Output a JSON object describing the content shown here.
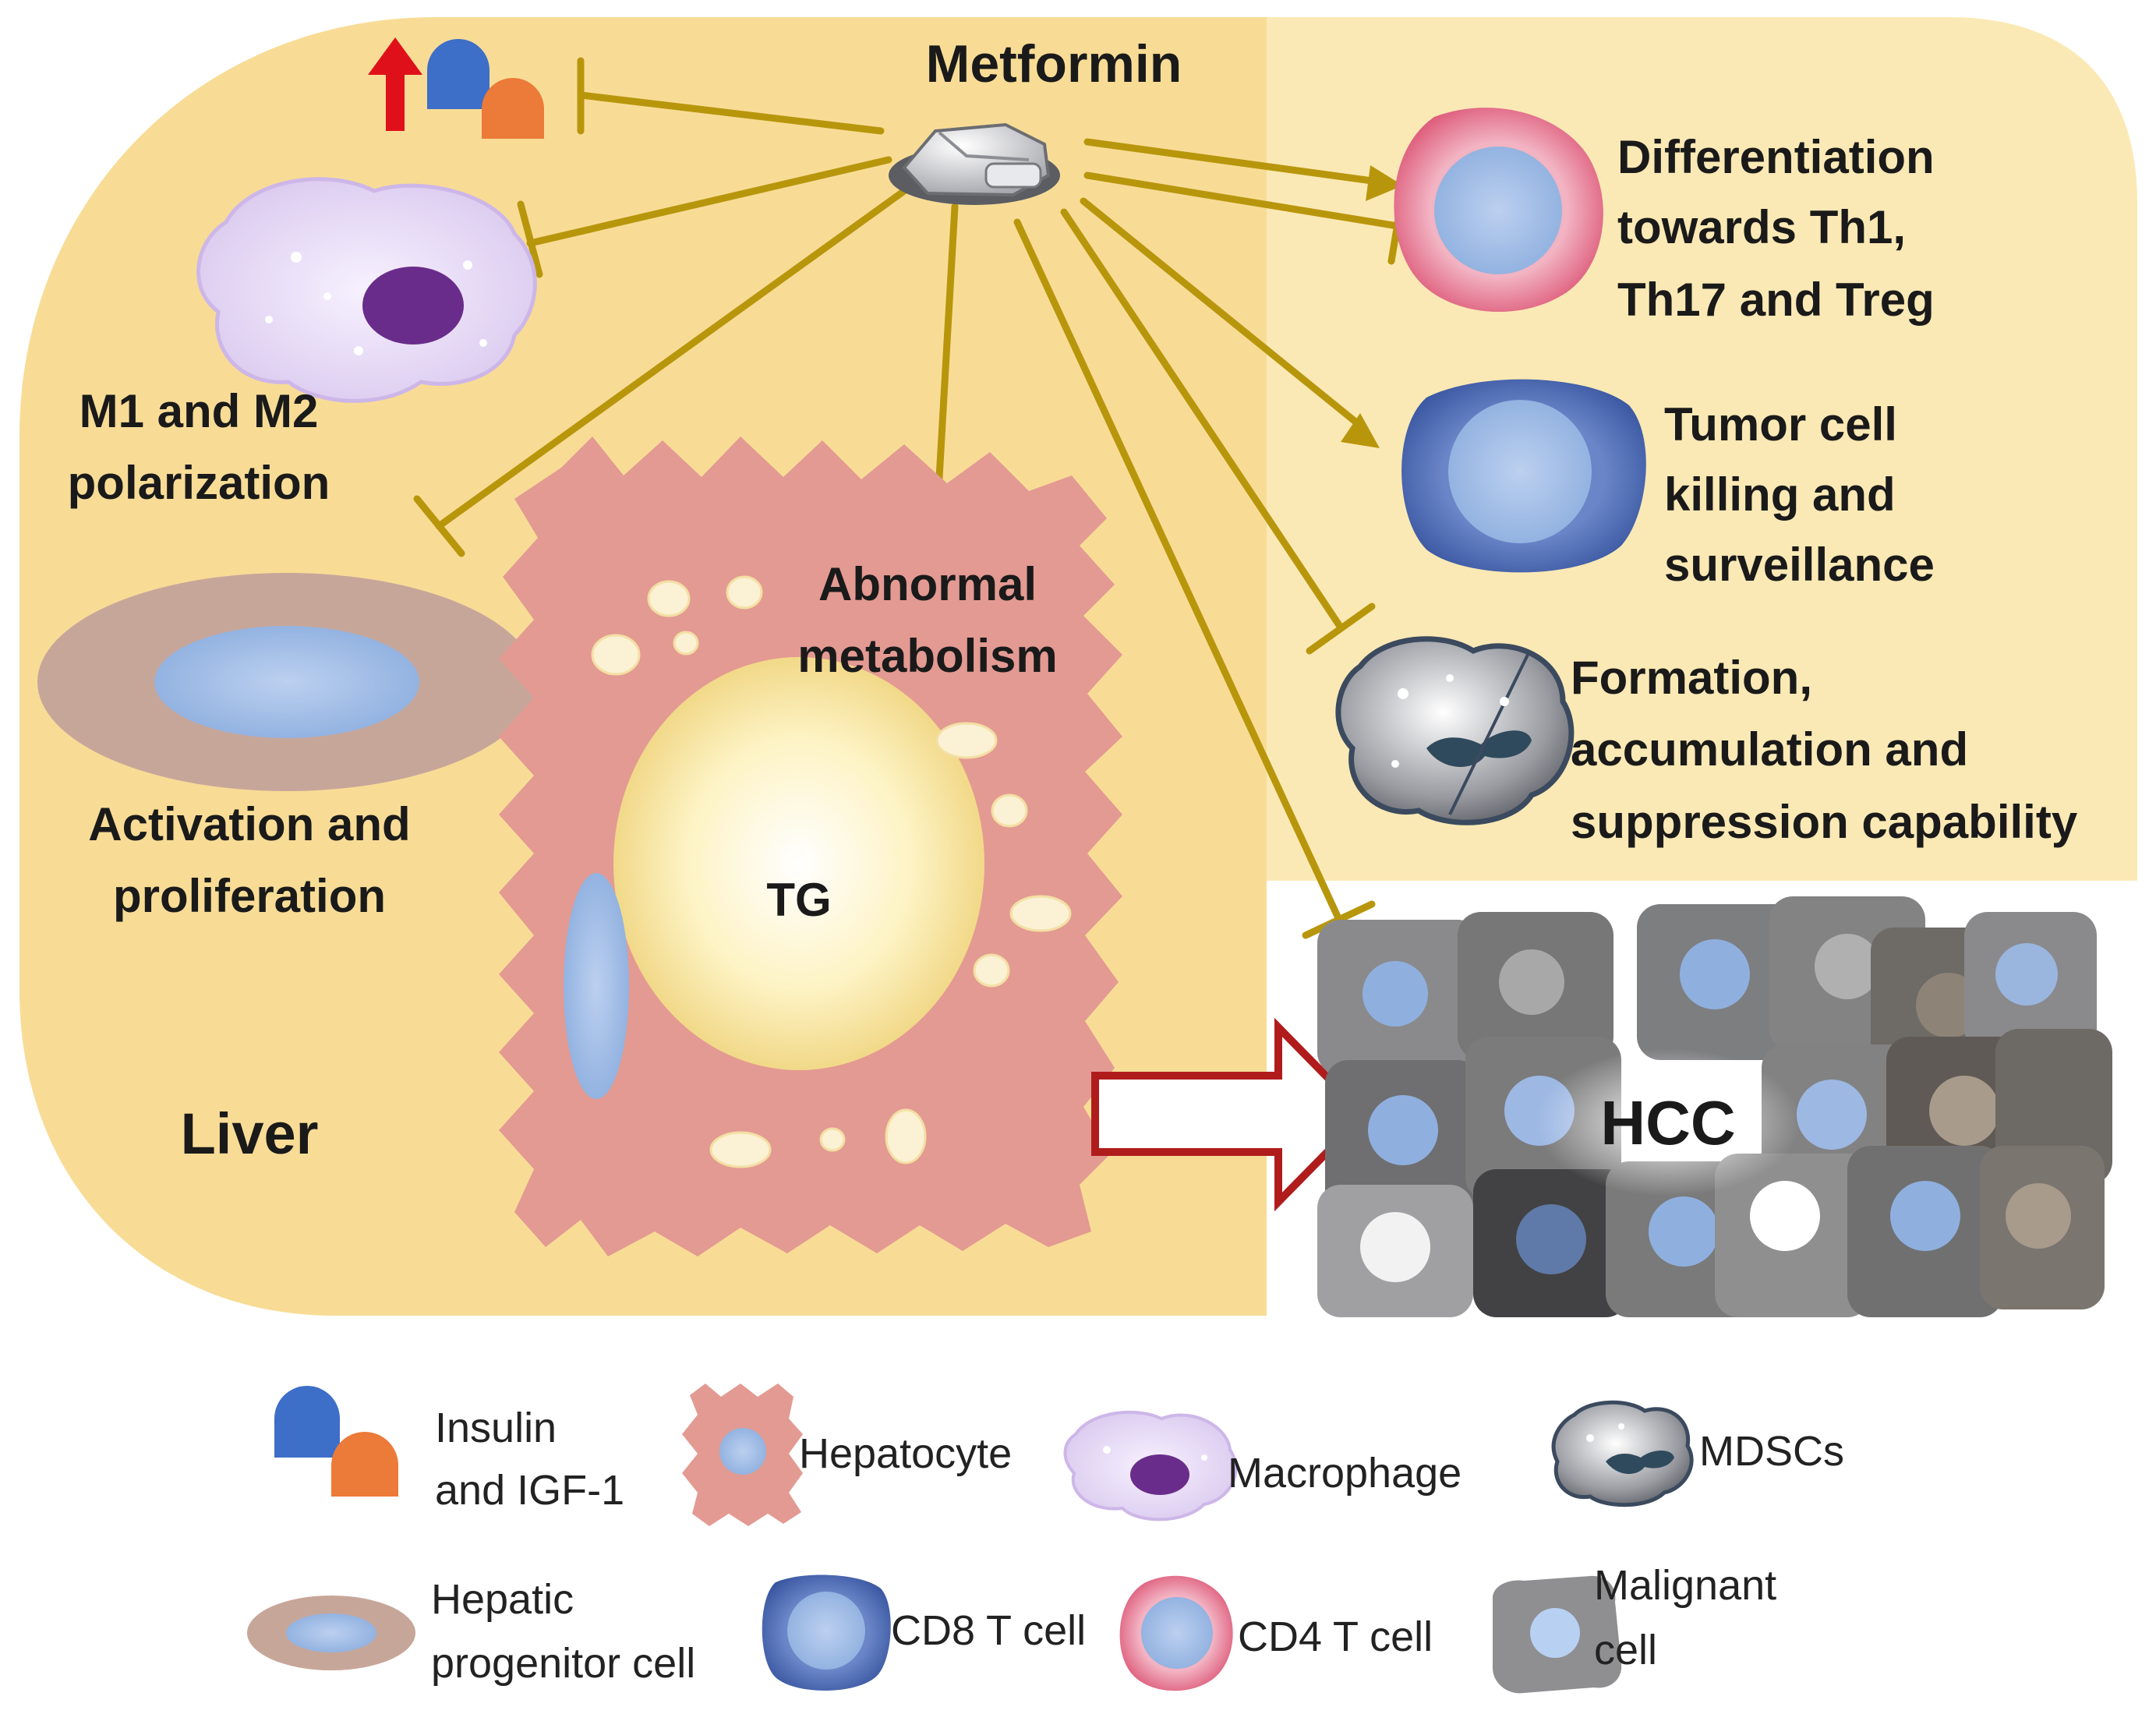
{
  "drug": {
    "name": "Metformin"
  },
  "labels": {
    "m1m2_line1": "M1 and M2",
    "m1m2_line2": "polarization",
    "activation_line1": "Activation and",
    "activation_line2": "proliferation",
    "liver": "Liver",
    "tg": "TG",
    "abnormal_line1": "Abnormal",
    "abnormal_line2": "metabolism",
    "diff_line1": "Differentiation",
    "diff_line2": "towards Th1,",
    "diff_line3": "Th17 and Treg",
    "tumor_line1": "Tumor cell",
    "tumor_line2": "killing and",
    "tumor_line3": "surveillance",
    "formation_line1": "Formation,",
    "formation_line2": "accumulation and",
    "formation_line3": "suppression capability",
    "hcc": "HCC"
  },
  "legend": {
    "insulin_line1": "Insulin",
    "insulin_line2": "and IGF-1",
    "hepatocyte": "Hepatocyte",
    "macrophage": "Macrophage",
    "mdscs": "MDSCs",
    "hpc_line1": "Hepatic",
    "hpc_line2": "progenitor cell",
    "cd8": "CD8 T cell",
    "cd4": "CD4 T cell",
    "malignant_line1": "Malignant",
    "malignant_line2": "cell"
  },
  "colors": {
    "liver_bg": "#f8dc96",
    "immune_bg": "#fbe9b5",
    "connector": "#b8960c",
    "hepatocyte": "#e39a92",
    "cd4_ring": "#d9476a",
    "cd8_ring": "#3a5aa5",
    "cell_core": "#9cb9e3",
    "up_arrow": "#e0101a",
    "progression_arrow": "#b01c1c"
  }
}
